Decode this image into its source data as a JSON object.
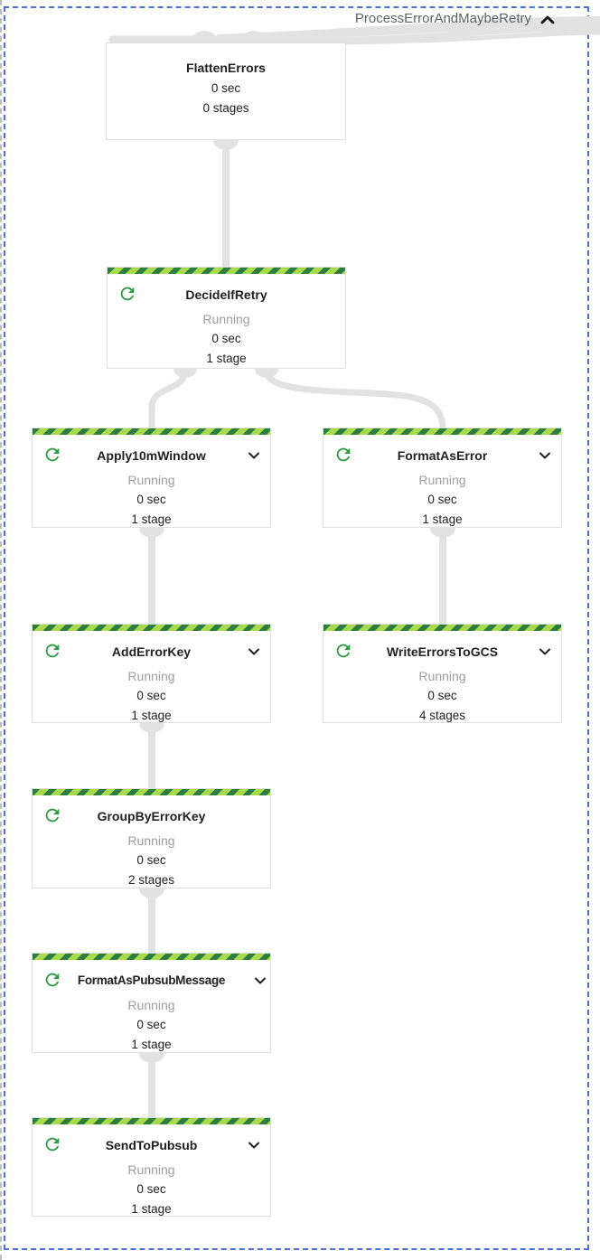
{
  "header": {
    "title": "ProcessErrorAndMaybeRetry",
    "collapse_icon": "chevron-up-icon"
  },
  "colors": {
    "edge": "#e2e2e2",
    "node_border": "#e0e0e0",
    "stripe_light": "#a9d94c",
    "stripe_dark": "#2e7d40",
    "running_icon_green": "#319b43",
    "status_text": "#9e9e9e",
    "title_text": "#212121",
    "composite_border_blue": "#4a6fd9",
    "header_text": "#5f6368"
  },
  "nodes": [
    {
      "label": "FlattenErrors",
      "status": "",
      "duration": "0 sec",
      "stages": "0 stages",
      "running": false,
      "expandable": false
    },
    {
      "label": "DecideIfRetry",
      "status": "Running",
      "duration": "0 sec",
      "stages": "1 stage",
      "running": true,
      "expandable": false
    },
    {
      "label": "Apply10mWindow",
      "status": "Running",
      "duration": "0 sec",
      "stages": "1 stage",
      "running": true,
      "expandable": true
    },
    {
      "label": "FormatAsError",
      "status": "Running",
      "duration": "0 sec",
      "stages": "1 stage",
      "running": true,
      "expandable": true
    },
    {
      "label": "AddErrorKey",
      "status": "Running",
      "duration": "0 sec",
      "stages": "1 stage",
      "running": true,
      "expandable": true
    },
    {
      "label": "WriteErrorsToGCS",
      "status": "Running",
      "duration": "0 sec",
      "stages": "4 stages",
      "running": true,
      "expandable": true
    },
    {
      "label": "GroupByErrorKey",
      "status": "Running",
      "duration": "0 sec",
      "stages": "2 stages",
      "running": true,
      "expandable": false
    },
    {
      "label": "FormatAsPubsubMessage",
      "status": "Running",
      "duration": "0 sec",
      "stages": "1 stage",
      "running": true,
      "expandable": true
    },
    {
      "label": "SendToPubsub",
      "status": "Running",
      "duration": "0 sec",
      "stages": "1 stage",
      "running": true,
      "expandable": true
    }
  ],
  "edges": [
    {
      "from": "external",
      "to": "FlattenErrors"
    },
    {
      "from": "FlattenErrors",
      "to": "DecideIfRetry"
    },
    {
      "from": "DecideIfRetry",
      "to": "Apply10mWindow"
    },
    {
      "from": "DecideIfRetry",
      "to": "FormatAsError"
    },
    {
      "from": "Apply10mWindow",
      "to": "AddErrorKey"
    },
    {
      "from": "FormatAsError",
      "to": "WriteErrorsToGCS"
    },
    {
      "from": "AddErrorKey",
      "to": "GroupByErrorKey"
    },
    {
      "from": "GroupByErrorKey",
      "to": "FormatAsPubsubMessage"
    },
    {
      "from": "FormatAsPubsubMessage",
      "to": "SendToPubsub"
    }
  ]
}
